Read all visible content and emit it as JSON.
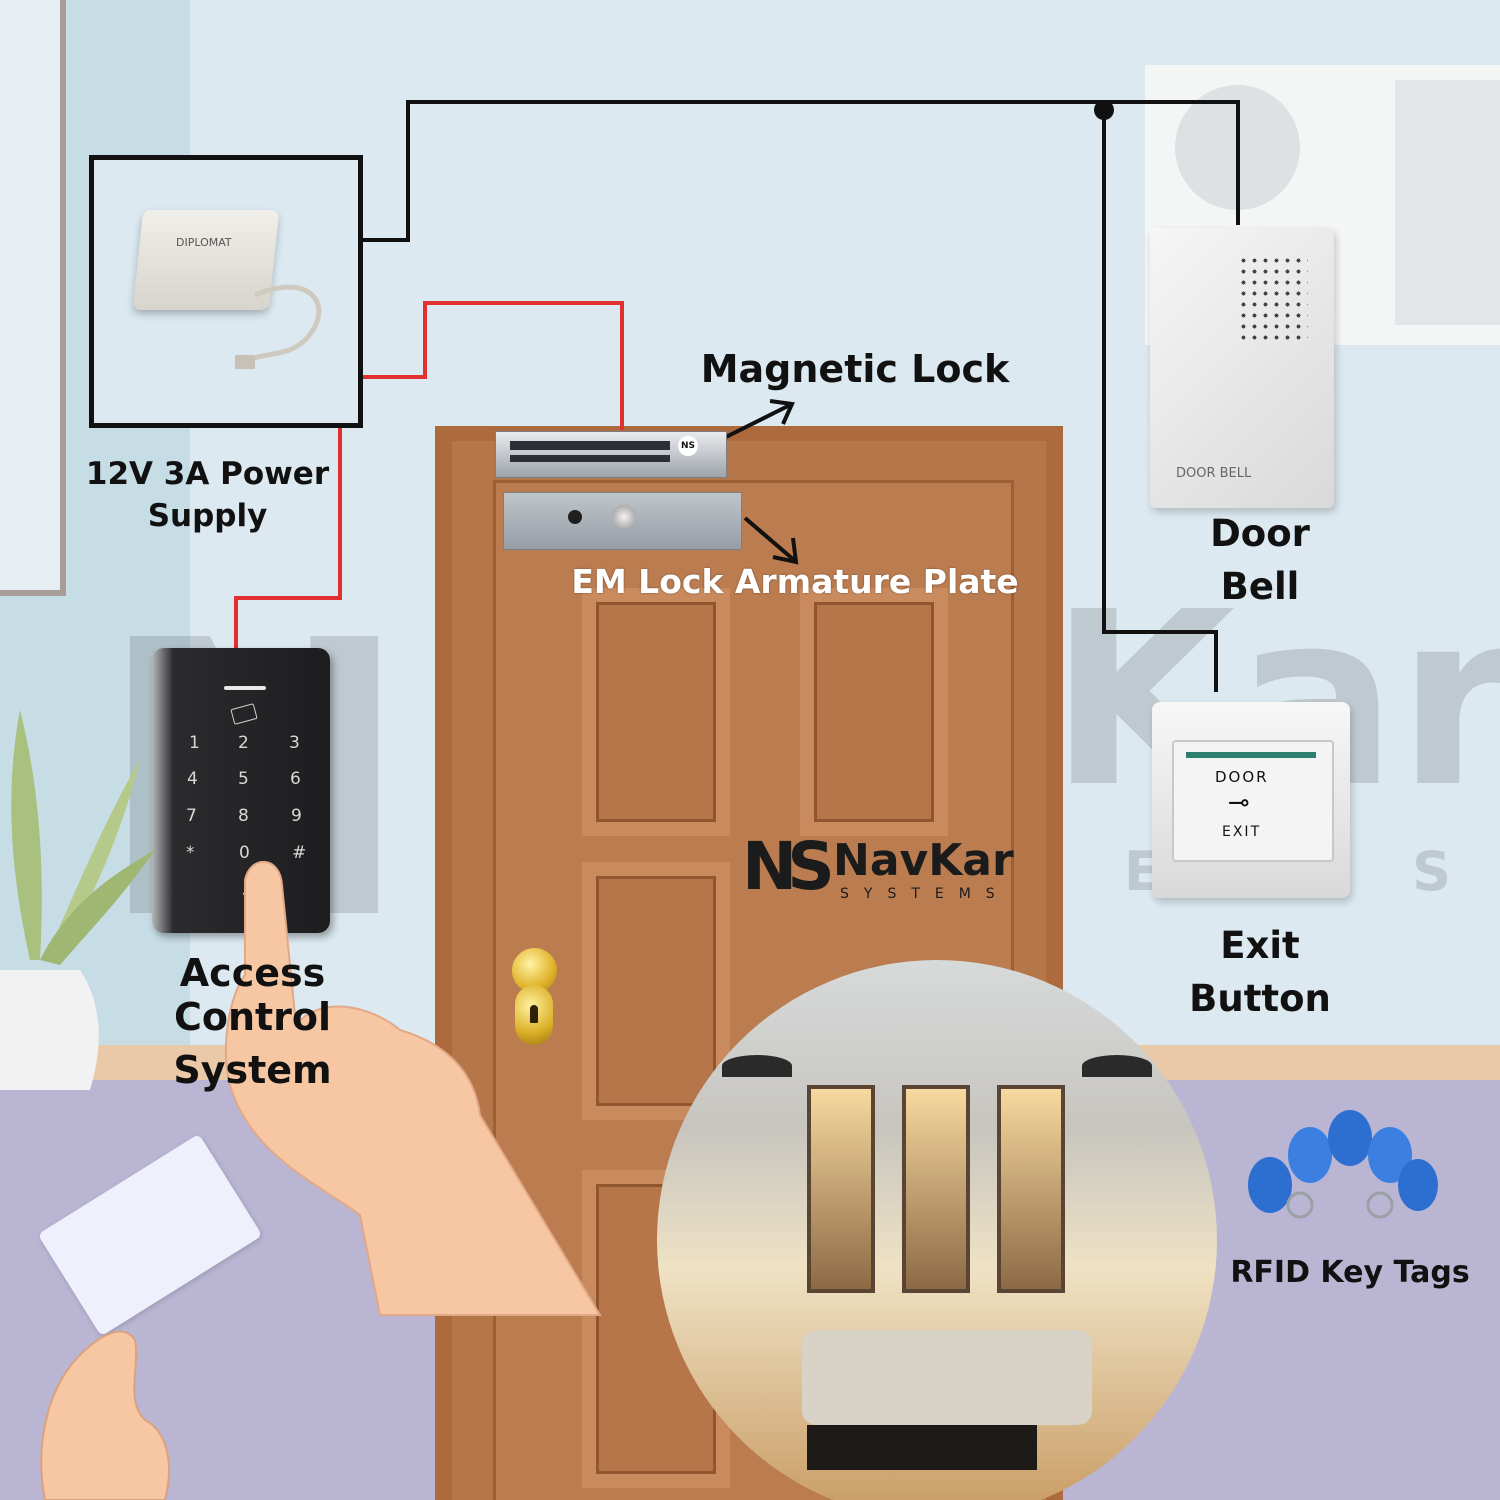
{
  "labels": {
    "power_supply_line1": "12V 3A Power",
    "power_supply_line2": "Supply",
    "magnetic_lock": "Magnetic Lock",
    "armature_plate": "EM Lock Armature Plate",
    "door_bell_line1": "Door",
    "door_bell_line2": "Bell",
    "exit_button_line1": "Exit",
    "exit_button_line2": "Button",
    "access_control_line1": "Access Control",
    "access_control_line2": "System",
    "rfid_tags": "RFID Key Tags"
  },
  "device_text": {
    "power_brand": "DIPLOMAT",
    "door_bell_plate": "DOOR BELL",
    "exit_door": "DOOR",
    "exit_exit": "EXIT",
    "maglock_badge": "NS"
  },
  "keypad": {
    "keys": [
      "1",
      "2",
      "3",
      "4",
      "5",
      "6",
      "7",
      "8",
      "9",
      "*",
      "0",
      "#"
    ]
  },
  "brand": {
    "mark": "NS",
    "name": "NavKar",
    "tagline": "SYSTEMS",
    "watermark_name": "NavKar",
    "watermark_tagline": "S Y S T E M S"
  },
  "colors": {
    "wall": "#dce9f1",
    "floor": "#b8b4d2",
    "door": "#b06f43",
    "door_frame": "#a96638",
    "wire_black": "#111111",
    "wire_red": "#e03030"
  }
}
